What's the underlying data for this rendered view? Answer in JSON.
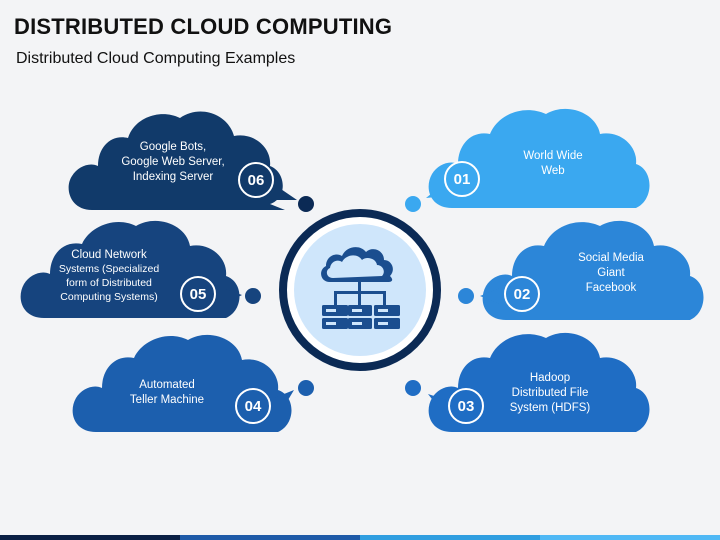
{
  "slide": {
    "title": "DISTRIBUTED CLOUD COMPUTING",
    "subtitle": "Distributed Cloud Computing Examples"
  },
  "items": [
    {
      "number": "01",
      "lines": [
        "World Wide",
        "Web"
      ],
      "color": "#3aa8f0"
    },
    {
      "number": "02",
      "lines": [
        "Social Media",
        "Giant",
        "Facebook"
      ],
      "color": "#2c86d8"
    },
    {
      "number": "03",
      "lines": [
        "Hadoop",
        "Distributed File",
        "System (HDFS)"
      ],
      "color": "#1f6dc4"
    },
    {
      "number": "04",
      "lines": [
        "Automated",
        "Teller Machine"
      ],
      "color": "#1c5fae"
    },
    {
      "number": "05",
      "lines": [
        "Cloud Network",
        "Systems (Specialized",
        "form of Distributed",
        "Computing Systems)"
      ],
      "color": "#16447e"
    },
    {
      "number": "06",
      "lines": [
        "Google Bots,",
        "Google Web Server,",
        "Indexing Server"
      ],
      "color": "#113a6a"
    }
  ],
  "colors": {
    "center_ring": "#0b2a55",
    "center_fill": "#cfe6fb",
    "icon": "#1b4e8f"
  },
  "center_icon": "cloud-server-network-icon"
}
